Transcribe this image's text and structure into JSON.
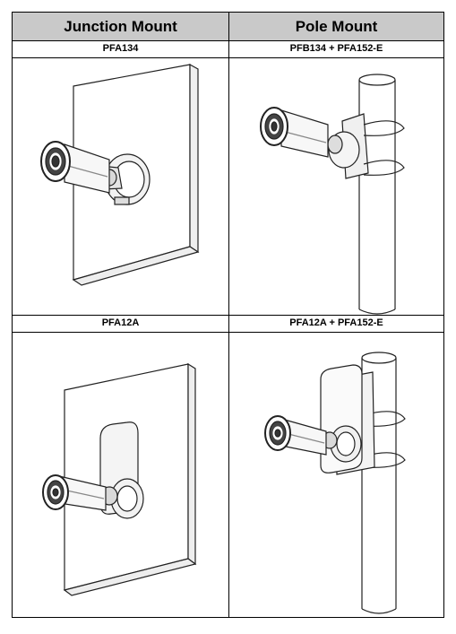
{
  "table": {
    "headers": [
      "Junction Mount",
      "Pole Mount"
    ],
    "row1": {
      "left_label": "PFA134",
      "right_label": "PFB134 + PFA152-E"
    },
    "row2": {
      "left_label": "PFA12A",
      "right_label": "PFA12A + PFA152-E"
    }
  }
}
